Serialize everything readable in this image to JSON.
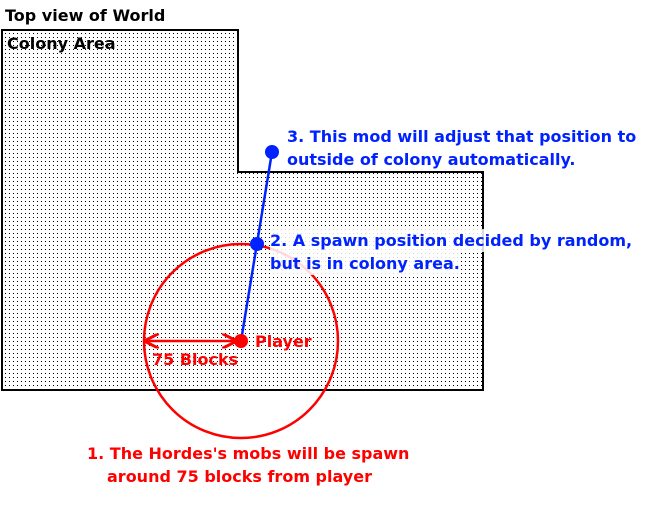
{
  "title": "Top view of World",
  "area_label": "Colony Area",
  "player_label": "Player",
  "distance_label": "75 Blocks",
  "step1": [
    "1. The Hordes's mobs will be spawn",
    "around 75 blocks from player"
  ],
  "step2": [
    "2. A spawn position decided by random,",
    "but is in colony area."
  ],
  "step3": [
    "3. This mod will adjust that position to",
    "outside of colony automatically."
  ],
  "colors": {
    "red": "#ff0000",
    "blue": "#0022ff",
    "outline": "#000000"
  }
}
